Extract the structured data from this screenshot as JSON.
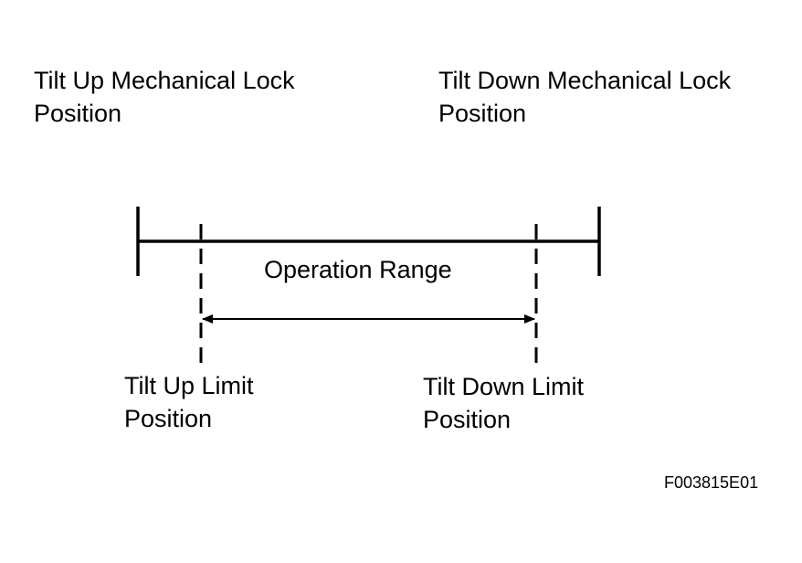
{
  "labels": {
    "tilt_up_mech_lock": [
      "Tilt Up Mechanical Lock",
      "Position"
    ],
    "tilt_down_mech_lock": [
      "Tilt Down Mechanical Lock",
      "Position"
    ],
    "operation_range": "Operation Range",
    "tilt_up_limit": [
      "Tilt Up Limit",
      "Position"
    ],
    "tilt_down_limit": [
      "Tilt Down Limit",
      "Position"
    ]
  },
  "figure_code": "F003815E01"
}
